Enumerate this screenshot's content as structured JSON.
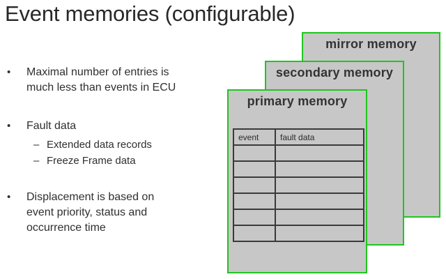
{
  "slide": {
    "title": "Event memories (configurable)",
    "markers": {
      "bullet": "•",
      "dash": "–"
    },
    "bullets": [
      {
        "text": "Maximal number of entries is\nmuch less than events in ECU"
      },
      {
        "text": "Fault data",
        "sub": [
          "Extended data records",
          "Freeze Frame data"
        ]
      },
      {
        "text": "Displacement is based on\nevent priority, status and\noccurrence time"
      }
    ]
  },
  "diagram": {
    "cards": [
      {
        "label": "mirror memory"
      },
      {
        "label": "secondary memory"
      },
      {
        "label": "primary memory"
      }
    ],
    "table": {
      "headers": [
        "event",
        "fault data"
      ],
      "empty_rows": 6
    },
    "colors": {
      "card_fill": "#c6c7c6",
      "card_border": "#20c520",
      "table_border": "#3a3a3a"
    }
  }
}
